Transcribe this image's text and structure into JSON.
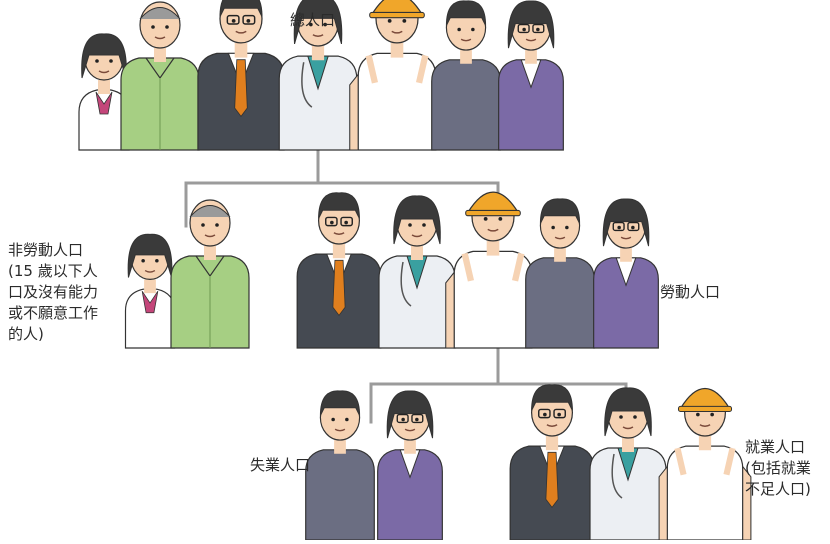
{
  "diagram": {
    "total": {
      "label": "總人口"
    },
    "non_labour": {
      "lines": [
        "非勞動人口",
        "(15 歲以下人",
        "口及沒有能力",
        "或不願意工作",
        "的人)"
      ]
    },
    "labour": {
      "label": "勞動人口"
    },
    "unemployed": {
      "label": "失業人口"
    },
    "employed": {
      "lines": [
        "就業人口",
        "(包括就業",
        "不足人口)"
      ]
    }
  },
  "colors": {
    "connector": "#9b9b9b",
    "skin": "#f6d3b4",
    "hair": "#3a3a3a",
    "suit": "#454a52",
    "doctor_coat": "#eceff3",
    "helmet": "#f0a62a",
    "tie": "#e07f1e",
    "purple": "#7b6aa6",
    "grey_shirt": "#6b6e82",
    "green_shirt": "#a6cf83"
  },
  "icons": [
    "child-girl-figure",
    "elderly-man-figure",
    "businessman-figure",
    "doctor-figure",
    "construction-worker-figure",
    "older-worker-figure",
    "office-lady-figure"
  ]
}
